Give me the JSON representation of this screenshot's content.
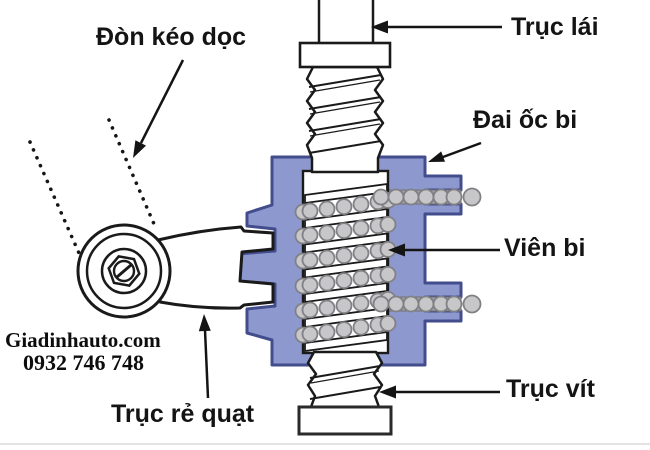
{
  "diagram": {
    "labels": {
      "drag_link": "Đòn kéo dọc",
      "steering_shaft": "Trục lái",
      "ball_nut": "Đai ốc bi",
      "balls": "Viên bi",
      "worm_shaft": "Trục vít",
      "sector_shaft": "Trục rẻ quạt"
    },
    "watermark": {
      "line1": "Giadinhauto.com",
      "line2": "0932 746 748"
    },
    "colors": {
      "housing_fill": "#8d99ce",
      "housing_outline": "#434c8c",
      "ball_fill": "#c7c7c9",
      "ball_outline": "#818185",
      "line_color": "#141414",
      "channel_fill": "#9fa0a3",
      "background": "#ffffff"
    }
  }
}
